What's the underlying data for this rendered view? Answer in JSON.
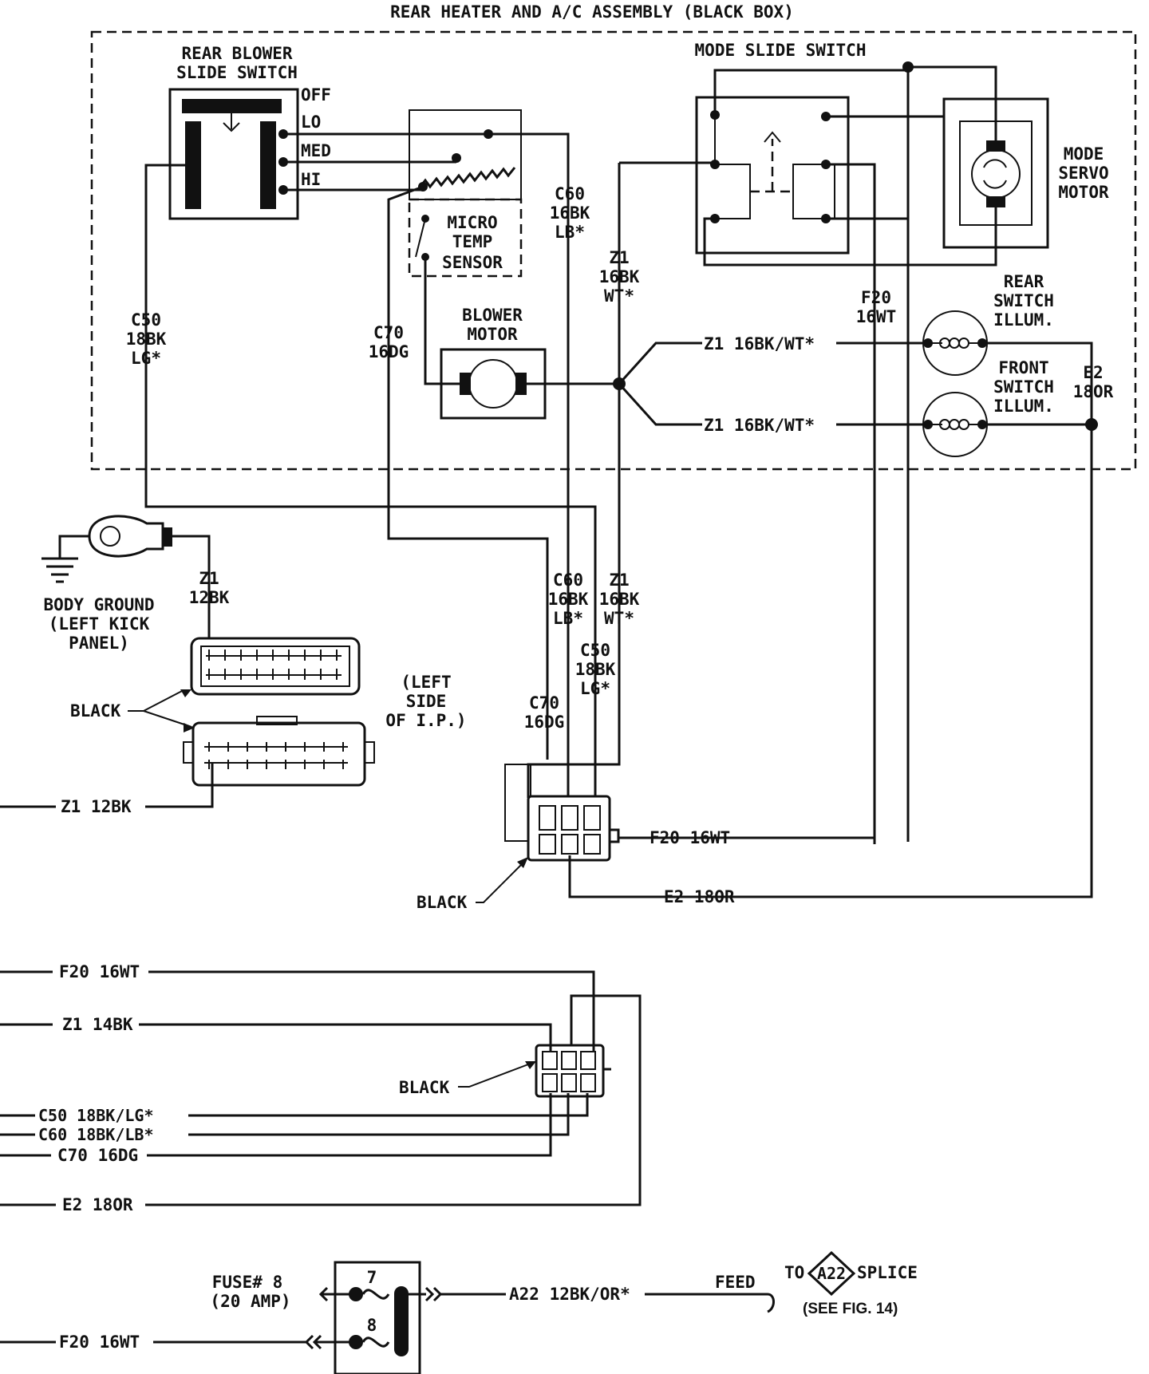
{
  "title": "REAR HEATER AND A/C ASSEMBLY (BLACK BOX)",
  "components": {
    "rear_blower_switch": {
      "title_line1": "REAR BLOWER",
      "title_line2": "SLIDE SWITCH",
      "positions": [
        "OFF",
        "LO",
        "MED",
        "HI"
      ]
    },
    "mode_slide_switch": "MODE SLIDE SWITCH",
    "mode_servo_motor": [
      "MODE",
      "SERVO",
      "MOTOR"
    ],
    "micro_temp_sensor": [
      "MICRO",
      "TEMP",
      "SENSOR"
    ],
    "blower_motor": [
      "BLOWER",
      "MOTOR"
    ],
    "rear_switch_illum": [
      "REAR",
      "SWITCH",
      "ILLUM."
    ],
    "front_switch_illum": [
      "FRONT",
      "SWITCH",
      "ILLUM."
    ],
    "body_ground": [
      "BODY GROUND",
      "(LEFT KICK",
      "PANEL)"
    ],
    "left_side_ip": [
      "(LEFT",
      "SIDE",
      "OF I.P.)"
    ],
    "fuse": [
      "FUSE# 8",
      "(20 AMP)"
    ],
    "fuse_numbers": [
      "7",
      "8"
    ],
    "splice": {
      "to": "TO",
      "id": "A22",
      "label": "SPLICE",
      "see": "(SEE FIG. 14)"
    },
    "feed": "FEED"
  },
  "wires": {
    "c50_top": [
      "C50",
      "18BK",
      "LG*"
    ],
    "c70_top": [
      "C70",
      "16DG"
    ],
    "c60_top": [
      "C60",
      "16BK",
      "LB*"
    ],
    "z1_top": [
      "Z1",
      "16BK",
      "WT*"
    ],
    "f20_top": [
      "F20",
      "16WT"
    ],
    "e2_top": [
      "E2",
      "18OR"
    ],
    "z1_rear_illum": "Z1 16BK/WT*",
    "z1_front_illum": "Z1 16BK/WT*",
    "z1_ground": [
      "Z1",
      "12BK"
    ],
    "c60_mid": [
      "C60",
      "16BK",
      "LB*"
    ],
    "z1_mid": [
      "Z1",
      "16BK",
      "WT*"
    ],
    "c50_mid": [
      "C50",
      "18BK",
      "LG*"
    ],
    "c70_mid": [
      "C70",
      "16DG"
    ],
    "z1_12bk": "Z1 12BK",
    "f20_conn": "F20 16WT",
    "e2_conn": "E2 18OR",
    "f20_lower": "F20 16WT",
    "z1_14bk": "Z1 14BK",
    "c50_lower": "C50 18BK/LG*",
    "c60_lower": "C60 18BK/LB*",
    "c70_lower": "C70 16DG",
    "e2_lower": "E2 18OR",
    "a22": "A22 12BK/OR*",
    "f20_fuse": "F20 16WT"
  },
  "connectors": {
    "black_upper": "BLACK",
    "black_mid": "BLACK",
    "black_lower": "BLACK"
  }
}
